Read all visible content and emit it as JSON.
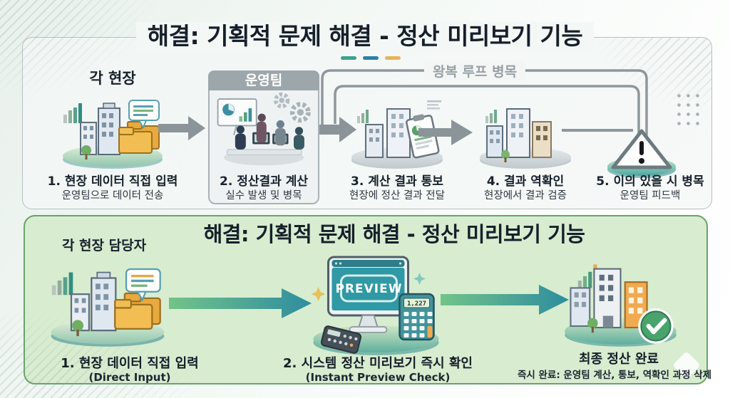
{
  "top": {
    "title": "해결: 기획적 문제 해결 - 정산 미리보기 기능",
    "loop_label": "왕복 루프 병목",
    "steps": [
      {
        "heading": "각 현장",
        "icon": "buildings-folders-icon",
        "title": "1. 현장 데이터 직접 입력",
        "subtitle": "운영팀으로 데이터 전송"
      },
      {
        "heading": "운영팀",
        "icon": "operations-team-icon",
        "title": "2. 정산결과 계산",
        "subtitle": "실수 발생 및 병목"
      },
      {
        "icon": "buildings-report-icon",
        "title": "3. 계산 결과 통보",
        "subtitle": "현장에 정산 결과 전달"
      },
      {
        "icon": "buildings-icon",
        "title": "4. 결과 역확인",
        "subtitle": "현장에서 결과 검증"
      },
      {
        "icon": "warning-triangle-icon",
        "title": "5. 이의 있을 시 병목",
        "subtitle": "운영팀 피드백"
      }
    ]
  },
  "bottom": {
    "title": "해결: 기획적 문제 해결 - 정산 미리보기 기능",
    "heading": "각 현장 담당자",
    "preview_label": "PREVIEW",
    "calculator_value": "1,227",
    "steps": [
      {
        "icon": "buildings-folders-icon",
        "title": "1. 현장 데이터 직접 입력",
        "subtitle": "(Direct Input)"
      },
      {
        "icon": "preview-monitor-calculator-icon",
        "title": "2. 시스템 정산 미리보기 즉시 확인",
        "subtitle": "(Instant Preview Check)"
      },
      {
        "icon": "buildings-complete-check-icon",
        "title": "최종 정산 완료",
        "subtitle": "즉시 완료: 운영팀 계산, 통보, 역확인 과정 삭제"
      }
    ]
  },
  "colors": {
    "title_dash_teal": "#3ba289",
    "title_dash_blue": "#2e7fa6",
    "title_dash_orange": "#e9b357",
    "loop_line_gray": "#8e979c",
    "ops_header_gray": "#9ca6ab",
    "bottom_panel_bg": "#d8ecd0",
    "bottom_panel_border": "#66a46b",
    "green_arrow_start": "#72c389",
    "green_arrow_end": "#2e8d9f",
    "preview_screen_teal": "#2f99a6",
    "final_building_orange": "#f2aa50"
  }
}
